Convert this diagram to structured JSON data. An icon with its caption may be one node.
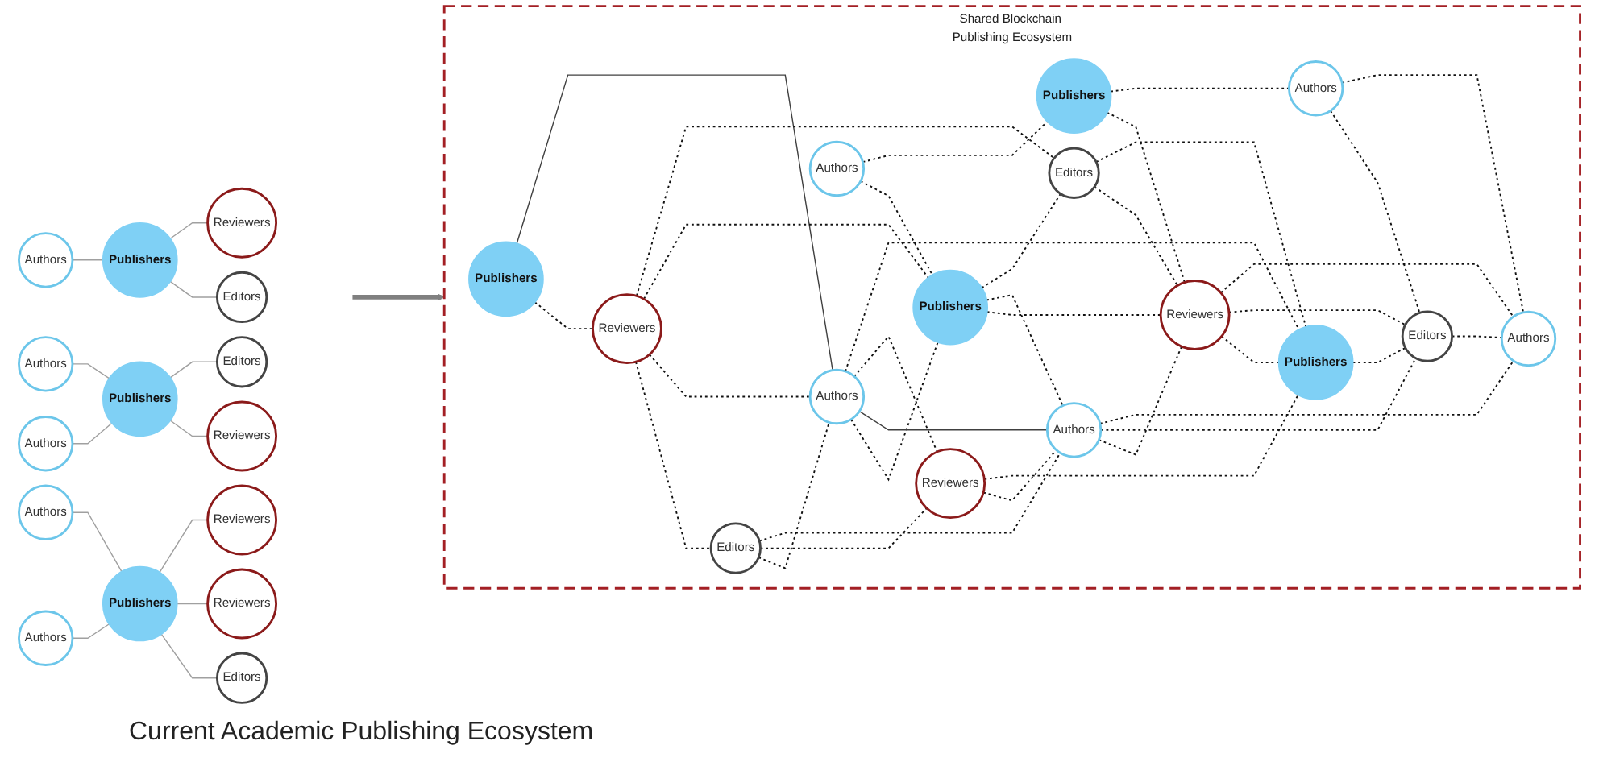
{
  "diagram": {
    "nodes": [
      {
        "text": [
          "Authors"
        ]
      },
      {
        "text": [
          "Publishers"
        ]
      },
      {
        "text": [
          "Reviewers"
        ]
      },
      {
        "text": [
          "Authors"
        ]
      },
      {
        "text": [
          "Reviewers"
        ]
      },
      {
        "text": [
          "Editors"
        ]
      },
      {
        "text": [
          "Authors"
        ]
      },
      {
        "text": [
          "Publishers"
        ]
      },
      {
        "text": [
          "Editors"
        ]
      },
      {
        "text": [
          "Authors"
        ]
      },
      {
        "text": [
          "Reviewers"
        ]
      },
      {
        "text": [
          "Publishers"
        ]
      },
      {
        "text": [
          "Reviewers"
        ]
      },
      {
        "text": [
          "Authors"
        ]
      },
      {
        "text": [
          "Editors"
        ]
      },
      {
        "text": [
          "Shared Blockchain Publishing Ecosystem"
        ]
      },
      {
        "text": [
          "Publishers"
        ],
        "in": 15
      },
      {
        "text": [
          "Reviewers"
        ],
        "in": 15
      },
      {
        "text": [
          "Authors"
        ],
        "in": 15
      },
      {
        "text": [
          "Editors"
        ],
        "in": 15
      },
      {
        "text": [
          "Authors"
        ],
        "in": 15
      },
      {
        "text": [
          "Publishers"
        ],
        "in": 15
      },
      {
        "text": [
          "Editors"
        ],
        "in": 15
      },
      {
        "text": [
          "Publishers"
        ],
        "in": 15
      },
      {
        "text": [
          "Reviewers"
        ],
        "in": 15
      },
      {
        "text": [
          "Authors"
        ],
        "in": 15
      },
      {
        "text": [
          "Reviewers"
        ],
        "in": 15
      },
      {
        "text": [
          "Authors"
        ],
        "in": 15
      },
      {
        "text": [
          "Publishers"
        ],
        "in": 15
      },
      {
        "text": [
          "Editors"
        ],
        "in": 15
      },
      {
        "text": [
          "Authors"
        ],
        "in": 15
      }
    ],
    "edges": [
      {
        "from": 0,
        "to": 1,
        "arrow": "none",
        "color": "#a0a0a0"
      },
      {
        "from": 1,
        "to": 2,
        "arrow": "none",
        "color": "#a0a0a0"
      },
      {
        "from": 1,
        "to": 8,
        "arrow": "none",
        "color": "#a0a0a0"
      },
      {
        "from": 3,
        "to": 7,
        "arrow": "none",
        "color": "#a0a0a0"
      },
      {
        "from": 6,
        "to": 7,
        "arrow": "none",
        "color": "#a0a0a0"
      },
      {
        "from": 7,
        "to": 5,
        "arrow": "none",
        "color": "#a0a0a0"
      },
      {
        "from": 7,
        "to": 10,
        "arrow": "none",
        "color": "#a0a0a0"
      },
      {
        "from": 9,
        "to": 11,
        "arrow": "none",
        "color": "#a0a0a0"
      },
      {
        "from": 13,
        "to": 11,
        "arrow": "none",
        "color": "#a0a0a0"
      },
      {
        "from": 11,
        "to": 4,
        "arrow": "none",
        "color": "#a0a0a0"
      },
      {
        "from": 11,
        "to": 12,
        "arrow": "none",
        "color": "#a0a0a0"
      },
      {
        "from": 11,
        "to": 14,
        "arrow": "none",
        "color": "#a0a0a0"
      },
      {
        "from": null,
        "to": 15,
        "arrow": "to",
        "style": "thick",
        "color": "#808080"
      },
      {
        "from": 16,
        "to": 17,
        "arrow": "none",
        "style": "dashed"
      },
      {
        "from": 16,
        "to": 20,
        "arrow": "none",
        "color": "#404040"
      },
      {
        "from": 17,
        "to": 19,
        "arrow": "none",
        "style": "dashed"
      },
      {
        "from": 17,
        "to": 20,
        "arrow": "none",
        "style": "dashed"
      },
      {
        "from": 17,
        "to": 21,
        "arrow": "none",
        "style": "dashed"
      },
      {
        "from": 17,
        "to": 22,
        "arrow": "none",
        "style": "dashed"
      },
      {
        "from": 18,
        "to": 21,
        "arrow": "none",
        "style": "dashed"
      },
      {
        "from": 18,
        "to": 23,
        "arrow": "none",
        "style": "dashed"
      },
      {
        "from": 19,
        "to": 20,
        "arrow": "none",
        "style": "dashed"
      },
      {
        "from": 19,
        "to": 24,
        "arrow": "none",
        "style": "dashed"
      },
      {
        "from": 19,
        "to": 25,
        "arrow": "none",
        "style": "dashed"
      },
      {
        "from": 20,
        "to": 21,
        "arrow": "none",
        "style": "dashed"
      },
      {
        "from": 20,
        "to": 25,
        "arrow": "none",
        "color": "#404040"
      },
      {
        "from": 20,
        "to": 24,
        "arrow": "none",
        "style": "dashed"
      },
      {
        "from": 20,
        "to": 28,
        "arrow": "none",
        "style": "dashed"
      },
      {
        "from": 21,
        "to": 26,
        "arrow": "none",
        "style": "dashed"
      },
      {
        "from": 21,
        "to": 25,
        "arrow": "none",
        "style": "dashed"
      },
      {
        "from": 21,
        "to": 22,
        "arrow": "none",
        "style": "dashed"
      },
      {
        "from": 22,
        "to": 26,
        "arrow": "none",
        "style": "dashed"
      },
      {
        "from": 22,
        "to": 28,
        "arrow": "none",
        "style": "dashed"
      },
      {
        "from": 23,
        "to": 26,
        "arrow": "none",
        "style": "dashed"
      },
      {
        "from": 23,
        "to": 27,
        "arrow": "none",
        "style": "dashed"
      },
      {
        "from": 24,
        "to": 25,
        "arrow": "none",
        "style": "dashed"
      },
      {
        "from": 24,
        "to": 28,
        "arrow": "none",
        "style": "dashed"
      },
      {
        "from": 25,
        "to": 26,
        "arrow": "none",
        "style": "dashed"
      },
      {
        "from": 25,
        "to": 29,
        "arrow": "none",
        "style": "dashed"
      },
      {
        "from": 25,
        "to": 30,
        "arrow": "none",
        "style": "dashed"
      },
      {
        "from": 26,
        "to": 28,
        "arrow": "none",
        "style": "dashed"
      },
      {
        "from": 26,
        "to": 29,
        "arrow": "none",
        "style": "dashed"
      },
      {
        "from": 26,
        "to": 30,
        "arrow": "none",
        "style": "dashed"
      },
      {
        "from": 27,
        "to": 29,
        "arrow": "none",
        "style": "dashed"
      },
      {
        "from": 27,
        "to": 30,
        "arrow": "none",
        "style": "dashed"
      },
      {
        "from": 28,
        "to": 29,
        "arrow": "none",
        "style": "dashed"
      },
      {
        "from": 29,
        "to": 30,
        "arrow": "none",
        "style": "dashed"
      }
    ],
    "labels": [
      "Current Academic Publishing Ecosystem"
    ]
  }
}
